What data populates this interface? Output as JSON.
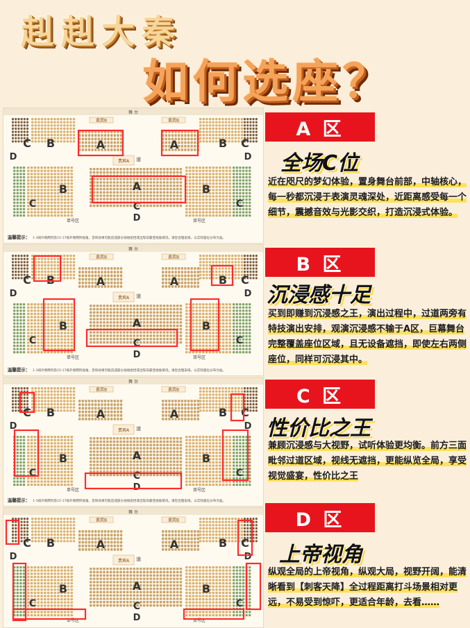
{
  "header": {
    "title_line1": "赳赳大秦",
    "title_line2": "如何选座？"
  },
  "seatmap": {
    "stage": "舞 台",
    "vip_a": "贵宾A",
    "vip_b": "贵宾B",
    "aisle": "过 道",
    "left_entry": "单号区",
    "right_entry": "双号区",
    "notice": "温馨提示：",
    "notice_text": "1-3排外侧两列及15-17排外侧两列视角，音响效果可能造成部分视线遮挡或出现非最佳视角情况，请您合理安排，以实际座位分布为准。",
    "zone_letters": [
      "A",
      "B",
      "C",
      "D"
    ]
  },
  "zones": [
    {
      "banner": "A 区",
      "subtitle": "全场C位",
      "desc": "近在咫尺的梦幻体验，置身舞台前部，中轴核心，每一秒都沉浸于表演灵魂深处，近距离感受每一个细节，震撼音效与光影交织，打造沉浸式体验。"
    },
    {
      "banner": "B 区",
      "subtitle": "沉浸感十足",
      "desc": "买到即赚到沉浸感之王，演出过程中，过道两旁有特技演出安排，观演沉浸感不输于A区，巨幕舞台完整覆盖座位区域，且无设备遮挡，即使左右两侧座位，同样可沉浸其中。"
    },
    {
      "banner": "C 区",
      "subtitle": "性价比之王",
      "desc": "兼顾沉浸感与大视野，试听体验更均衡。前方三面毗邻过道区域，视线无遮挡，更能纵览全局，享受视觉盛宴，性价比之王"
    },
    {
      "banner": "D 区",
      "subtitle": "上帝视角",
      "desc": "纵观全局的上帝视角，纵观大局，视野开阔，能清晰看到【刺客天降】全过程距离打斗场景相对更远，不易受到惊吓，更适合年龄，去看……"
    }
  ],
  "colors": {
    "banner_red": "#e8141d",
    "highlight": "#ff2b2b",
    "seat_tan": "#c9a36a",
    "seat_gold": "#d8b070",
    "seat_green": "#7fa36a",
    "seat_dark": "#7a5a3a"
  }
}
